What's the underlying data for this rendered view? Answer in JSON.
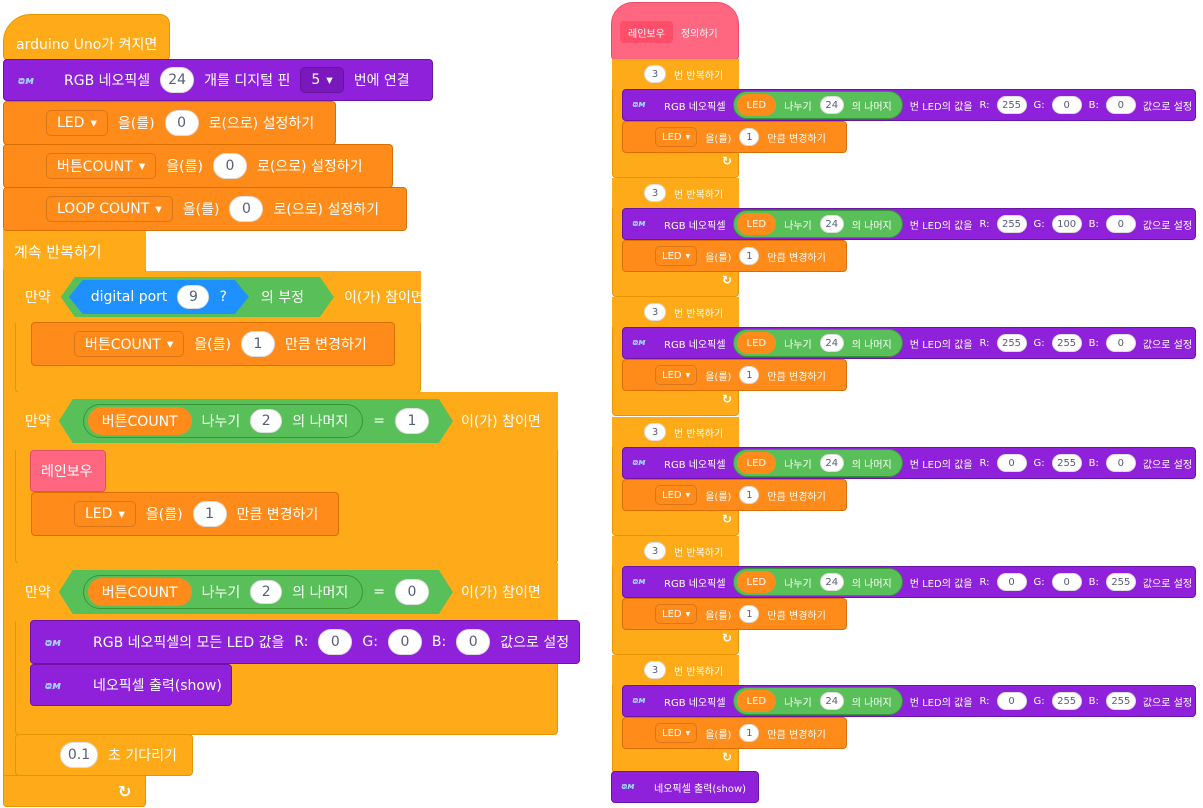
{
  "left": {
    "hat_label": "arduino Uno가 켜지면",
    "connect": {
      "prefix": "RGB 네오픽셀",
      "count": "24",
      "mid": "개를 디지털 핀",
      "pin": "5",
      "suffix": "번에 연결"
    },
    "set_vars": [
      {
        "var": "LED",
        "a": "을(를)",
        "value": "0",
        "b": "로(으로) 설정하기"
      },
      {
        "var": "버튼COUNT",
        "a": "을(를)",
        "value": "0",
        "b": "로(으로) 설정하기"
      },
      {
        "var": "LOOP COUNT",
        "a": "을(를)",
        "value": "0",
        "b": "로(으로) 설정하기"
      }
    ],
    "forever_label": "계속 반복하기",
    "if1": {
      "if": "만약",
      "port_label": "digital port",
      "port": "9",
      "q": "?",
      "not": "의 부정",
      "then": "이(가) 참이면"
    },
    "change_btn": {
      "var": "버튼COUNT",
      "a": "을(를)",
      "value": "1",
      "b": "만큼 변경하기"
    },
    "if2": {
      "if": "만약",
      "var": "버튼COUNT",
      "div": "나누기",
      "n": "2",
      "mod": "의 나머지",
      "eq": "=",
      "rhs": "1",
      "then": "이(가) 참이면"
    },
    "rainbow_call": "레인보우",
    "change_led": {
      "var": "LED",
      "a": "을(를)",
      "value": "1",
      "b": "만큼 변경하기"
    },
    "if3": {
      "if": "만약",
      "var": "버튼COUNT",
      "div": "나누기",
      "n": "2",
      "mod": "의 나머지",
      "eq": "=",
      "rhs": "0",
      "then": "이(가) 참이면"
    },
    "set_all": {
      "prefix": "RGB 네오픽셀의 모든 LED 값을",
      "r_label": "R:",
      "r": "0",
      "g_label": "G:",
      "g": "0",
      "b_label": "B:",
      "b": "0",
      "suffix": "값으로 설정"
    },
    "show": "네오픽셀 출력(show)",
    "wait": {
      "value": "0.1",
      "label": "초 기다리기"
    },
    "loop_arrow": "↻"
  },
  "right": {
    "define": {
      "name": "레인보우",
      "label": "정의하기"
    },
    "repeat_label": "번 반복하기",
    "set_px": {
      "prefix": "RGB 네오픽셀",
      "var": "LED",
      "div": "나누기",
      "n": "24",
      "mod": "의 나머지",
      "mid": "번 LED의 값을",
      "r_label": "R:",
      "g_label": "G:",
      "b_label": "B:",
      "suffix": "값으로 설정"
    },
    "change": {
      "var": "LED",
      "a": "을(를)",
      "value": "1",
      "b": "만큼 변경하기"
    },
    "loops": [
      {
        "times": "3",
        "r": "255",
        "g": "0",
        "b": "0"
      },
      {
        "times": "3",
        "r": "255",
        "g": "100",
        "b": "0"
      },
      {
        "times": "3",
        "r": "255",
        "g": "255",
        "b": "0"
      },
      {
        "times": "3",
        "r": "0",
        "g": "255",
        "b": "0"
      },
      {
        "times": "3",
        "r": "0",
        "g": "0",
        "b": "255"
      },
      {
        "times": "3",
        "r": "0",
        "g": "255",
        "b": "255"
      }
    ],
    "show": "네오픽셀 출력(show)",
    "loop_arrow": "↻"
  },
  "colors": {
    "control": "#ffab19",
    "variables": "#ff8c1a",
    "neopixel": "#8e21d9",
    "operators": "#59c059",
    "sensing": "#0fbd8c",
    "custom": "#ff6680",
    "digital_port": "#1e90ff"
  },
  "icons": {
    "neopixel": "neopixel-icon",
    "loop": "loop-arrow-icon",
    "dropdown": "chevron-down-icon"
  }
}
